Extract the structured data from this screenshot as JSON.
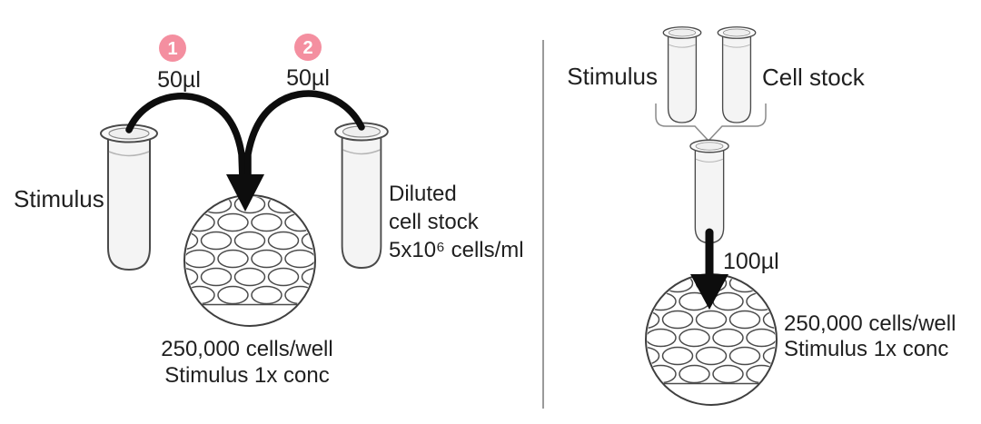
{
  "figure": {
    "left_panel": {
      "steps": [
        {
          "badge": "1",
          "volume": "50µl"
        },
        {
          "badge": "2",
          "volume": "50µl"
        }
      ],
      "stimulus_label": "Stimulus",
      "diluted_label_lines": [
        "Diluted",
        "cell stock",
        "5x10⁶ cells/ml"
      ],
      "result_lines": [
        "250,000 cells/well",
        "Stimulus 1x conc"
      ]
    },
    "right_panel": {
      "stimulus_label": "Stimulus",
      "cell_stock_label": "Cell stock",
      "volume": "100µl",
      "result_lines": [
        "250,000 cells/well",
        "Stimulus 1x conc"
      ]
    },
    "colors": {
      "badge_pink": "#f48fa0",
      "badge_number": "#ffffff",
      "arrow": "#0d0d0d",
      "outline": "#454545",
      "divider": "#9a9a9a",
      "text": "#1f1f1f"
    }
  }
}
